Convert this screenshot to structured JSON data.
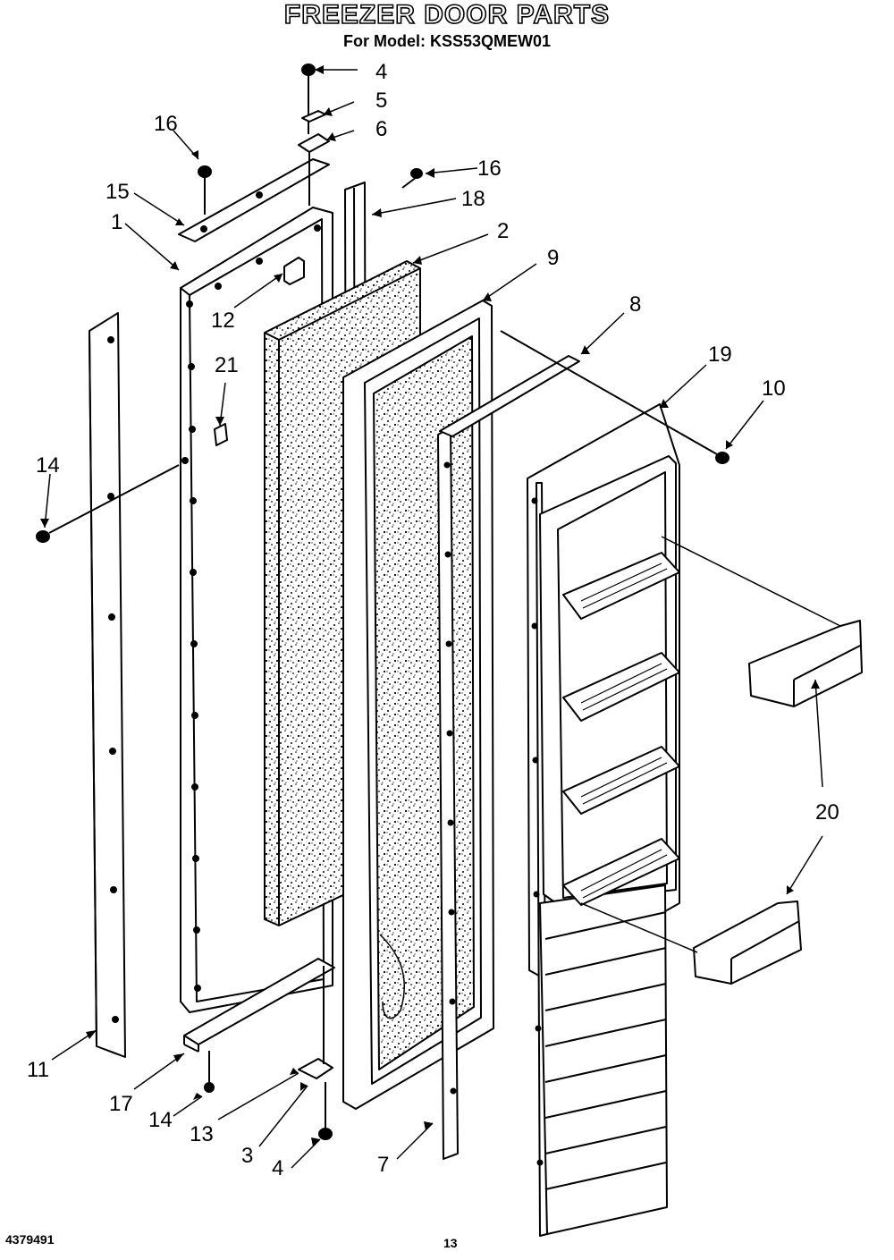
{
  "header": {
    "title": "FREEZER DOOR PARTS",
    "subtitle": "For Model: KSS53QMEW01"
  },
  "footer": {
    "doc_number": "4379491",
    "page": "13"
  },
  "callouts": {
    "c1": "1",
    "c2": "2",
    "c3": "3",
    "c4a": "4",
    "c4b": "4",
    "c5": "5",
    "c6": "6",
    "c7": "7",
    "c8": "8",
    "c9": "9",
    "c10": "10",
    "c11": "11",
    "c12": "12",
    "c13": "13",
    "c14a": "14",
    "c14b": "14",
    "c15": "15",
    "c16a": "16",
    "c16b": "16",
    "c17": "17",
    "c18": "18",
    "c19": "19",
    "c20": "20",
    "c21": "21"
  }
}
